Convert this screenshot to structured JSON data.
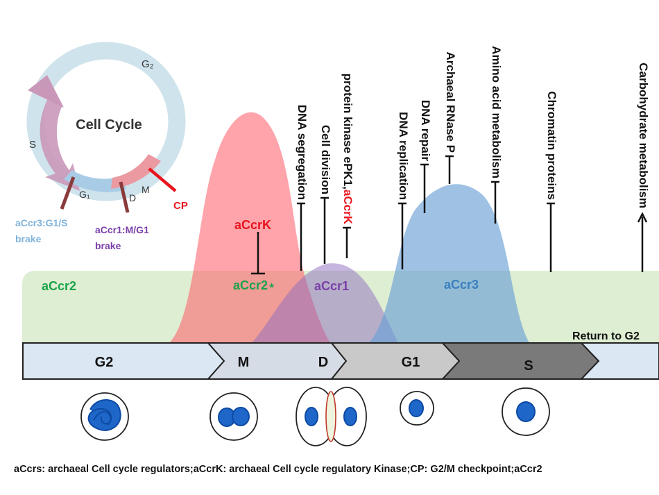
{
  "colors": {
    "accr2": "#1aa34a",
    "accr1": "#7a3fa8",
    "accr3": "#3a7fbf",
    "accrk": "#e8141e",
    "cp": "#e8141e",
    "s_label": "#1a1a1a"
  },
  "cycle": {
    "title": "Cell Cycle",
    "g2": "G₂",
    "s": "S",
    "g1": "G₁",
    "d": "D",
    "m": "M",
    "cp": "CP",
    "accr3_brake_line1": "aCcr3:G1/S",
    "accr3_brake_line2": "brake",
    "accr1_brake_line1": "aCcr1:M/G1",
    "accr1_brake_line2": "brake"
  },
  "curves": {
    "accrk": "aCcrK",
    "accr2": "aCcr2",
    "accr2_star": "aCcr2⋆",
    "accr1": "aCcr1",
    "accr3": "aCcr3"
  },
  "processes": {
    "dna_segregation": "DNA segregation",
    "cell_division": "Cell division",
    "protein_kinase_prefix": "protein kinase ePK1,",
    "protein_kinase_accrk": "aCcrK",
    "dna_replication": "DNA replication",
    "dna_repair": "DNA repair",
    "archaeal_rnase": "Archaeal RNase P",
    "amino_acid": "Amino acid metabolism",
    "chromatin": "Chromatin proteins",
    "carbohydrate": "Carbohydrate metabolism",
    "return_to_g2": "Return to G2"
  },
  "phases": {
    "g2": "G2",
    "m": "M",
    "d": "D",
    "g1": "G1",
    "s": "S"
  },
  "footer": {
    "definitions": "aCcrs: archaeal Cell cycle regulators;aCcrK: archaeal Cell cycle regulatory Kinase;CP: G2/M checkpoint;aCcr2"
  }
}
